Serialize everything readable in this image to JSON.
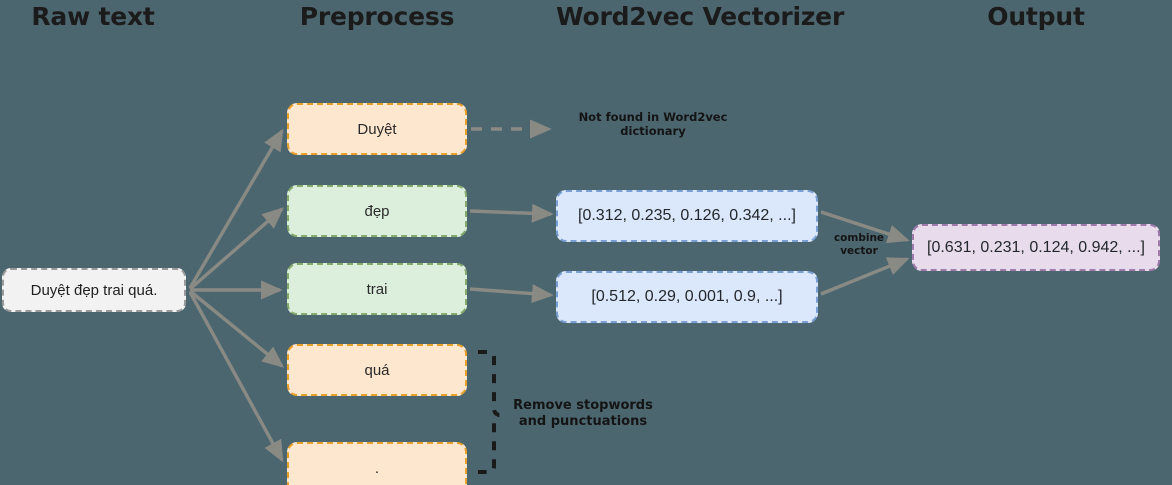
{
  "background_color": "#4c6670",
  "columns": [
    {
      "label": "Raw text"
    },
    {
      "label": "Preprocess"
    },
    {
      "label": "Word2vec Vectorizer"
    },
    {
      "label": "Output"
    }
  ],
  "raw_text": {
    "value": "Duyệt đẹp trai quá.",
    "fill": "#f2f2f2",
    "border": "#9a9a9a"
  },
  "tokens": [
    {
      "label": "Duyệt",
      "state": "not-found",
      "fill": "#fde7cf",
      "border": "#e8a02a"
    },
    {
      "label": "đẹp",
      "state": "vectorized",
      "fill": "#dceedc",
      "border": "#84ab6b"
    },
    {
      "label": "trai",
      "state": "vectorized",
      "fill": "#dceedc",
      "border": "#84ab6b"
    },
    {
      "label": "quá",
      "state": "removed",
      "fill": "#fde7cf",
      "border": "#e8a02a"
    },
    {
      "label": ".",
      "state": "removed",
      "fill": "#fde7cf",
      "border": "#e8a02a"
    }
  ],
  "vectors": [
    {
      "value": "[0.312, 0.235, 0.126, 0.342, ...]",
      "fill": "#dbe7fa",
      "border": "#7a9fd4"
    },
    {
      "value": "[0.512, 0.29, 0.001, 0.9, ...]",
      "fill": "#dbe7fa",
      "border": "#7a9fd4"
    }
  ],
  "output": {
    "value": "[0.631, 0.231, 0.124, 0.942, ...]",
    "fill": "#e8dcec",
    "border": "#9f7bab"
  },
  "annotations": {
    "not_found": "Not found in Word2vec\ndictionary",
    "combine": "combine\nvector",
    "remove": "Remove stopwords\nand punctuations"
  },
  "arrow_color": "#8a8a85",
  "brace_color": "#1a1a1a"
}
